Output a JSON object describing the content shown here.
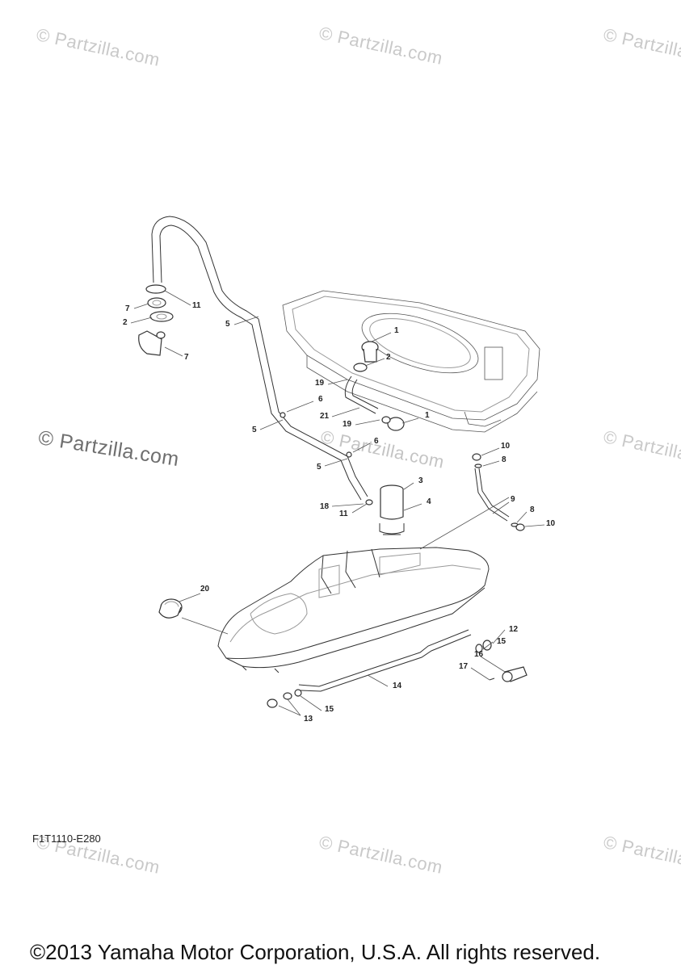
{
  "watermarks": [
    "© Partzilla.com",
    "© Partzilla.com",
    "© Partzilla.com",
    "© Partzilla.com",
    "© Partzilla.com",
    "© Partzilla.com",
    "© Partzilla.com",
    "© Partzilla.com",
    "© Partzilla.com"
  ],
  "callouts": {
    "c1a": "1",
    "c2a": "2",
    "c19a": "19",
    "c21": "21",
    "c19b": "19",
    "c1b": "1",
    "c11a": "11",
    "c7a": "7",
    "c2b": "2",
    "c7b": "7",
    "c5a": "5",
    "c6a": "6",
    "c5b": "5",
    "c6b": "6",
    "c5c": "5",
    "c3": "3",
    "c18": "18",
    "c11b": "11",
    "c4": "4",
    "c10a": "10",
    "c8a": "8",
    "c9": "9",
    "c8b": "8",
    "c10b": "10",
    "c20": "20",
    "c12": "12",
    "c15a": "15",
    "c16": "16",
    "c17": "17",
    "c14": "14",
    "c15b": "15",
    "c13": "13"
  },
  "diagram_code": "F1T1110-E280",
  "copyright": "©2013 Yamaha Motor Corporation, U.S.A. All rights reserved."
}
